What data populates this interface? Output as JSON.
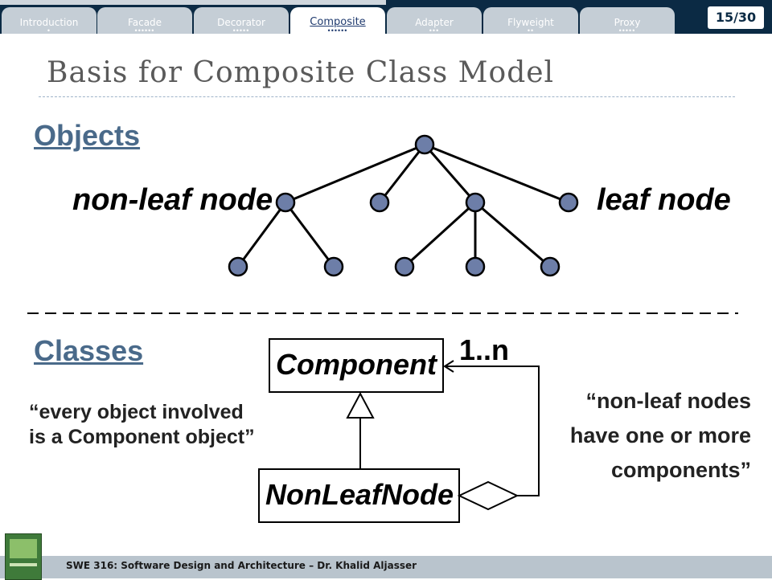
{
  "nav": {
    "tabs": [
      {
        "label": "Introduction",
        "dots": "•",
        "active": false
      },
      {
        "label": "Facade",
        "dots": "••••••",
        "active": false
      },
      {
        "label": "Decorator",
        "dots": "•••••",
        "active": false
      },
      {
        "label": "Composite",
        "dots": "••••••",
        "active": true
      },
      {
        "label": "Adapter",
        "dots": "•••",
        "active": false
      },
      {
        "label": "Flyweight",
        "dots": "••",
        "active": false
      },
      {
        "label": "Proxy",
        "dots": "•••••",
        "active": false
      }
    ],
    "page": "15/30"
  },
  "slide": {
    "title": "Basis for Composite Class Model",
    "objects_heading": "Objects",
    "classes_heading": "Classes",
    "nonleaf_label": "non-leaf node",
    "leaf_label": "leaf node",
    "component_class": "Component",
    "nonleaf_class": "NonLeafNode",
    "multiplicity": "1..n",
    "quote_left": [
      "“every object involved",
      "is a Component object”"
    ],
    "quote_right": [
      "“non-leaf nodes",
      "have one or more",
      "components”"
    ]
  },
  "footer": {
    "text": "SWE 316: Software Design and Architecture – Dr. Khalid Aljasser"
  },
  "colors": {
    "nav_bg": "#0b2a44",
    "tab_bg": "#c5ced6",
    "heading": "#4a6a8a",
    "node_fill": "#6d7ea8",
    "footer_bg": "#b9c4cd"
  }
}
